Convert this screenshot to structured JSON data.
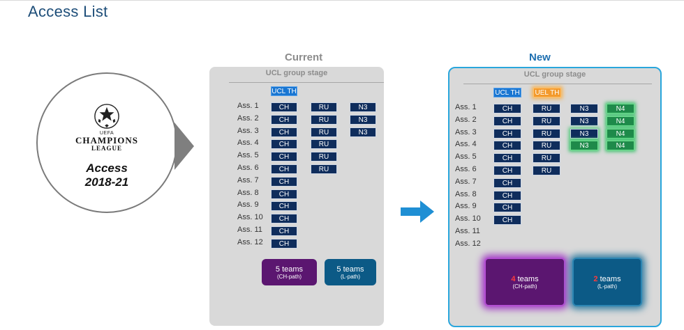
{
  "page": {
    "title": "Access List"
  },
  "logo": {
    "uefa": "UEFA",
    "champions": "CHAMPIONS",
    "league": "LEAGUE",
    "access": "Access",
    "years": "2018-21"
  },
  "current": {
    "title": "Current",
    "stage": "UCL group stage",
    "th_label": "UCL TH",
    "ass_labels": [
      "Ass. 1",
      "Ass. 2",
      "Ass. 3",
      "Ass. 4",
      "Ass. 5",
      "Ass. 6",
      "Ass. 7",
      "Ass. 8",
      "Ass. 9",
      "Ass. 10",
      "Ass. 11",
      "Ass. 12"
    ],
    "ch_label": "CH",
    "ru_label": "RU",
    "n3_label": "N3",
    "box_ch": {
      "line1": "5 teams",
      "line2": "(CH-path)"
    },
    "box_l": {
      "line1": "5 teams",
      "line2": "(L-path)"
    }
  },
  "new": {
    "title": "New",
    "stage": "UCL group stage",
    "ucl_th_label": "UCL TH",
    "uel_th_label": "UEL TH",
    "ass_labels": [
      "Ass. 1",
      "Ass. 2",
      "Ass. 3",
      "Ass. 4",
      "Ass. 5",
      "Ass. 6",
      "Ass. 7",
      "Ass. 8",
      "Ass. 9",
      "Ass. 10",
      "Ass. 11",
      "Ass. 12"
    ],
    "ch_label": "CH",
    "ru_label": "RU",
    "n3_label": "N3",
    "n4_label": "N4",
    "box_ch": {
      "num": "4",
      "word": "teams",
      "line2": "(CH-path)"
    },
    "box_l": {
      "num": "2",
      "word": "teams",
      "line2": "(L-path)"
    }
  },
  "colors": {
    "title": "#1e4e79",
    "current_title": "#8c8c8c",
    "new_title": "#1e6fb0",
    "chip": "#0f2d5c",
    "ch_box": "#5b1670",
    "l_box": "#0c5a86",
    "arrow": "#1f8fd4"
  }
}
